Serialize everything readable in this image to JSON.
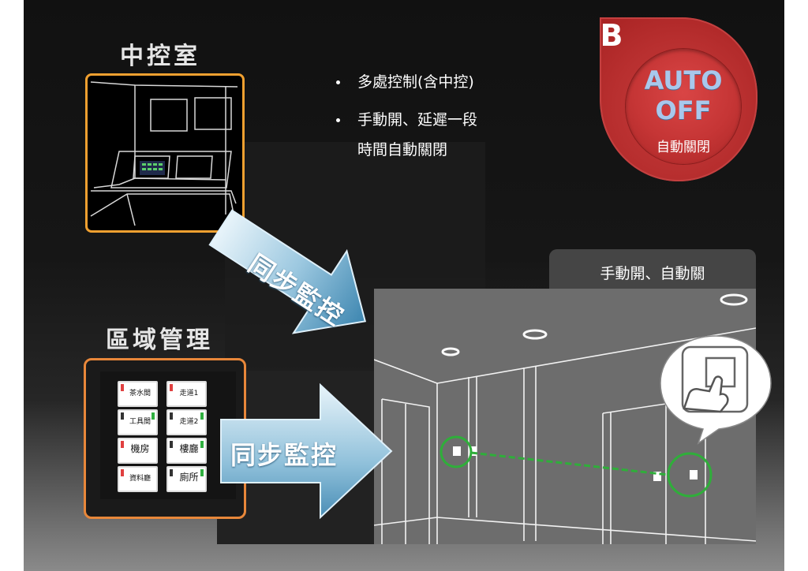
{
  "control_room": {
    "title": "中控室"
  },
  "zone_management": {
    "title": "區域管理",
    "switches": [
      {
        "label": "茶水間",
        "indicator": "#e04040"
      },
      {
        "label": "走道1",
        "indicator": "#e04040"
      },
      {
        "label": "工具間",
        "indicator": "#30b040"
      },
      {
        "label": "走道2",
        "indicator": "#30b040"
      },
      {
        "label": "機房",
        "indicator": "#e04040"
      },
      {
        "label": "樓廳",
        "indicator": "#30b040"
      },
      {
        "label": "資料廳",
        "indicator": "#e04040"
      },
      {
        "label": "廁所",
        "indicator": "#30b040"
      }
    ]
  },
  "bullets": [
    {
      "text": "多處控制(含中控)"
    },
    {
      "text": "手動開、延遲一段",
      "continuation": "時間自動關閉"
    }
  ],
  "badge": {
    "letter": "B",
    "line1": "AUTO",
    "line2": "OFF",
    "caption": "自動關閉"
  },
  "arrows": {
    "upper_label": "同步監控",
    "lower_label": "同步監控"
  },
  "room": {
    "tab_label": "手動開、自動關",
    "link_color": "#2fae3a"
  }
}
